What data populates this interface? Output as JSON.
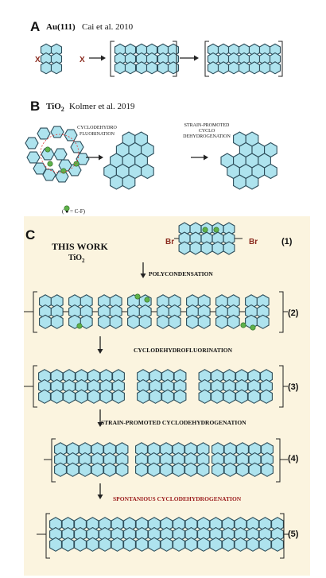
{
  "panels": {
    "A": {
      "letter": "A",
      "title": "Au(111)",
      "citation": "Cai et al. 2010",
      "x_label": "X"
    },
    "B": {
      "letter": "B",
      "title": "TiO",
      "title_sub": "2",
      "citation": "Kolmer et al. 2019",
      "step1": [
        "CYCLODEHYDRO",
        "FLUORINATION"
      ],
      "step2": [
        "STRAIN-PROMOTED",
        "CYCLO",
        "DEHYDROGENATION"
      ],
      "legend": "( ● = C-F)"
    },
    "C": {
      "letter": "C",
      "this_work": "THIS WORK",
      "substrate": "TiO",
      "substrate_sub": "2",
      "br_label": "Br",
      "steps": [
        "POLYCONDENSATION",
        "CYCLODEHYDROFLUORINATION",
        "STRAIN-PROMOTED CYCLODEHYDROGENATION",
        "SPONTANIOUS CYCLODEHYDROGENATION"
      ],
      "numbers": [
        "(1)",
        "(2)",
        "(3)",
        "(4)",
        "(5)"
      ]
    }
  },
  "colors": {
    "hex_fill": "#aee3ee",
    "hex_stroke": "#2d4d5a",
    "panel_c_bg": "#fbf4df",
    "fluorine": "#5fb24a",
    "x_color": "#8b2b1f",
    "red_text": "#9b1c1c"
  }
}
